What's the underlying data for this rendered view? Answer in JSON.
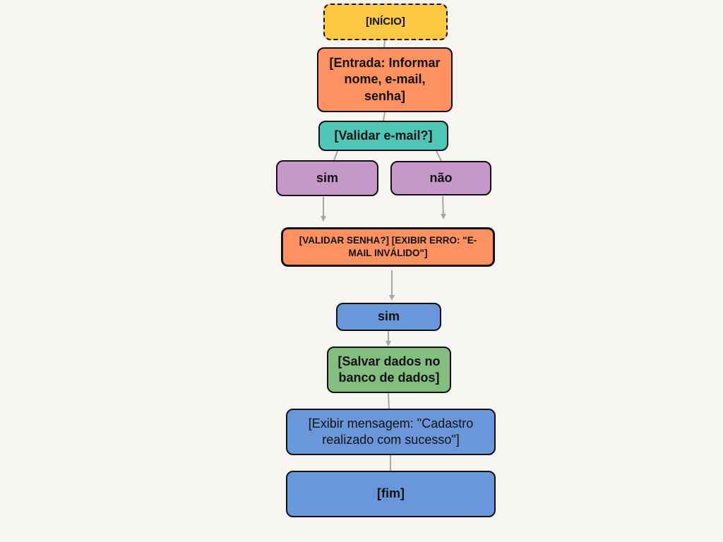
{
  "colors": {
    "background": "#f6f5f2",
    "start": "#fbc843",
    "input": "#fd915f",
    "decision": "#4fc7b6",
    "branch": "#c698ca",
    "error": "#fd915f",
    "yes": "#6a97d9",
    "save": "#84bd80",
    "message": "#6a97d9",
    "end": "#6a97d9",
    "connector": "#a7a7a7"
  },
  "nodes": {
    "start": {
      "label": "[INÍCIO]"
    },
    "input": {
      "label": "[Entrada: Informar nome, e-mail, senha]"
    },
    "validate_email": {
      "label": "[Validar e-mail?]"
    },
    "yes_1": {
      "label": "sim"
    },
    "no_1": {
      "label": "não"
    },
    "validate_password": {
      "label": "[VALIDAR SENHA?] [EXIBIR ERRO: \"E-MAIL INVÁLIDO\"]"
    },
    "yes_2": {
      "label": "sim"
    },
    "save": {
      "label": "[Salvar dados no banco de dados]"
    },
    "message": {
      "label": "[Exibir mensagem: \"Cadastro realizado com sucesso\"]"
    },
    "end": {
      "label": "[fim]"
    }
  }
}
